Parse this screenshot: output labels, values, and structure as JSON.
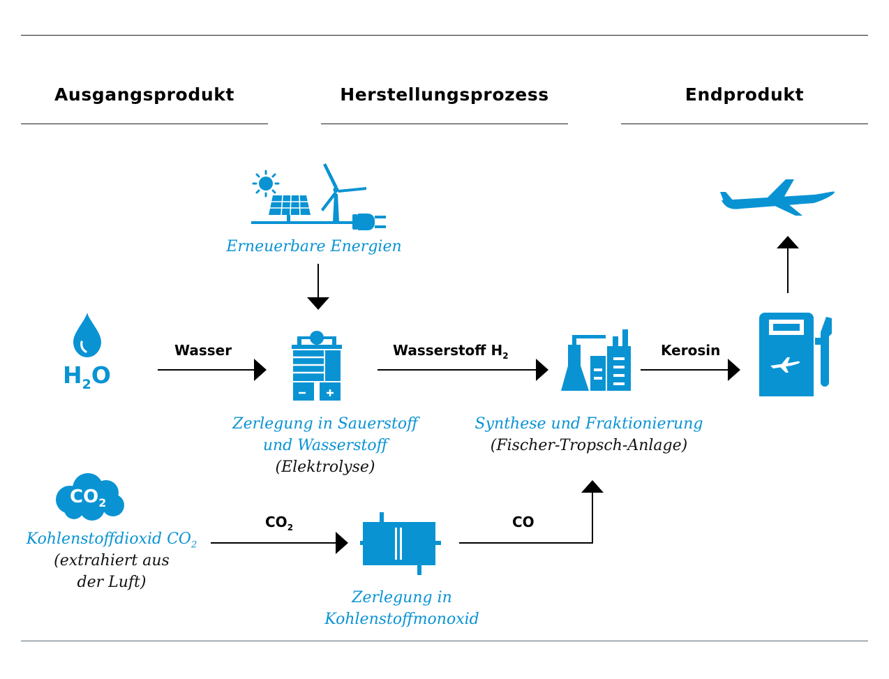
{
  "headers": {
    "input": "Ausgangsprodukt",
    "process": "Herstellungsprozess",
    "output": "Endprodukt"
  },
  "nodes": {
    "renewables": {
      "label": "Erneuerbare Energien"
    },
    "water": {
      "formula_main": "H",
      "formula_sub": "2",
      "formula_end": "O"
    },
    "electrolysis": {
      "line1": "Zerlegung in Sauerstoff",
      "line2": "und Wasserstoff",
      "line3": "(Elektrolyse)"
    },
    "synthesis": {
      "line1": "Synthese und Fraktionierung",
      "line2": "(Fischer-Tropsch-Anlage)"
    },
    "co2_source": {
      "cloud_text": "CO",
      "cloud_sub": "2",
      "line1": "Kohlenstoffdioxid CO",
      "line1_sub": "2",
      "line2": "(extrahiert aus",
      "line3": "der Luft)"
    },
    "co_conversion": {
      "line1": "Zerlegung in",
      "line2": "Kohlenstoffmonoxid"
    }
  },
  "edges": {
    "water_label": "Wasser",
    "hydrogen_label": "Wasserstoff H",
    "hydrogen_sub": "2",
    "kerosene_label": "Kerosin",
    "co2_label": "CO",
    "co2_sub": "2",
    "co_label": "CO"
  },
  "icons": {
    "renewables": "solar-wind-plug-icon",
    "water": "water-drop-icon",
    "electrolyser": "electrolyser-icon",
    "plant": "factory-plant-icon",
    "fuel": "fuel-pump-icon",
    "plane": "airplane-icon",
    "cloud": "cloud-icon",
    "converter": "converter-icon"
  },
  "colors": {
    "accent": "#0a93d3",
    "text": "#000000",
    "rule": "#1f1f1f"
  }
}
